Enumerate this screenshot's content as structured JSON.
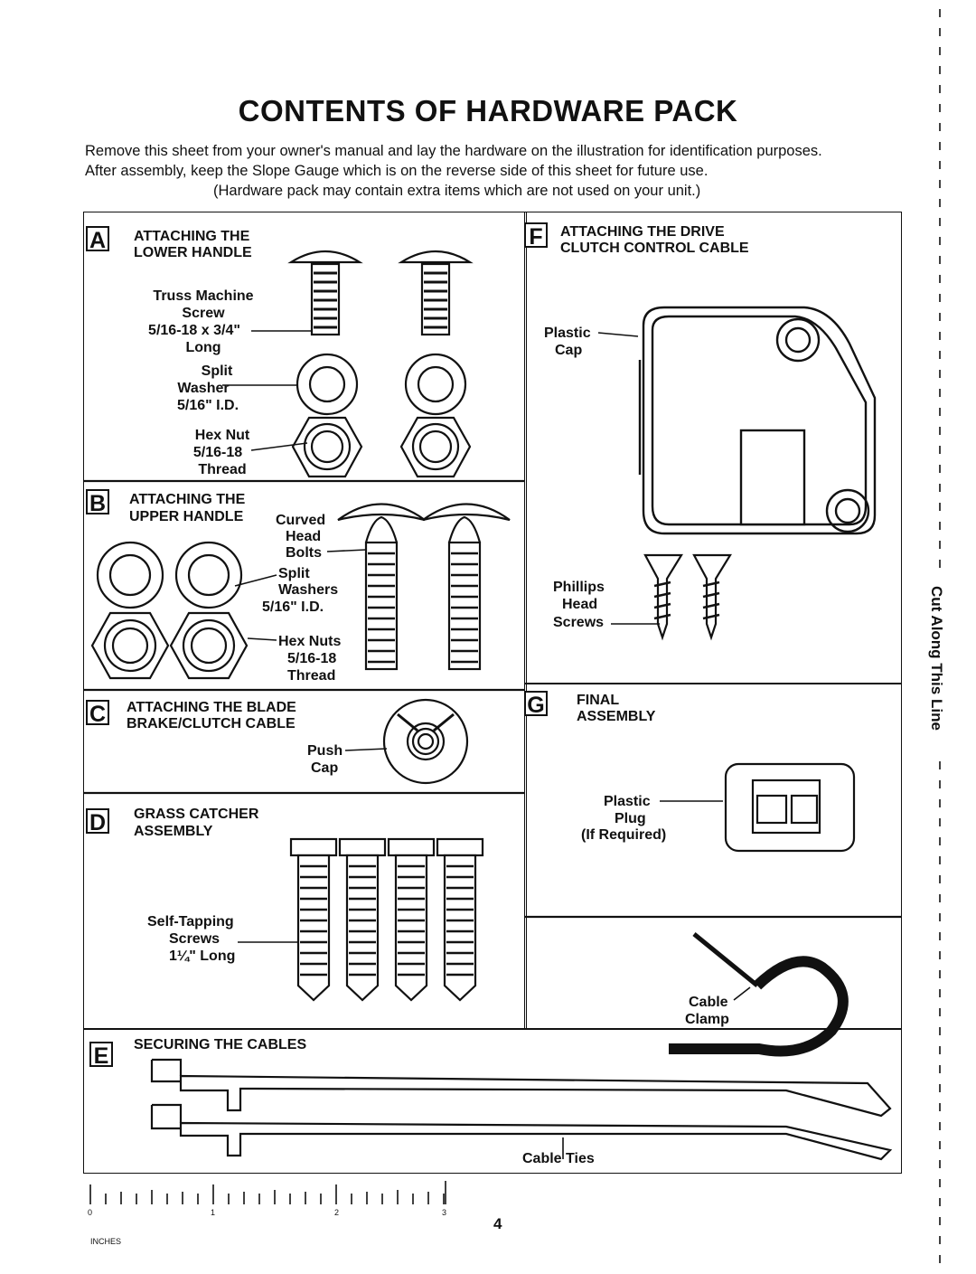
{
  "header": {
    "title": "CONTENTS OF HARDWARE PACK",
    "intro_line1": "Remove this sheet from your owner's manual and lay the hardware on the illustration for identification purposes.",
    "intro_line2": "After assembly, keep the Slope Gauge which is on the reverse side of this sheet for future use.",
    "intro_line3": "(Hardware pack may contain extra items which are not used on your unit.)"
  },
  "sections": {
    "a": {
      "letter": "A",
      "title_1": "ATTACHING THE",
      "title_2": "LOWER HANDLE",
      "screw_1": "Truss Machine",
      "screw_2": "Screw",
      "screw_3": "5/16-18 x 3/4\"",
      "screw_4": "Long",
      "washer_1": "Split",
      "washer_2": "Washer",
      "washer_3": "5/16\" I.D.",
      "nut_1": "Hex Nut",
      "nut_2": "5/16-18",
      "nut_3": "Thread"
    },
    "b": {
      "letter": "B",
      "title_1": "ATTACHING THE",
      "title_2": "UPPER HANDLE",
      "bolt_1": "Curved",
      "bolt_2": "Head",
      "bolt_3": "Bolts",
      "washer_1": "Split",
      "washer_2": "Washers",
      "washer_3": "5/16\" I.D.",
      "nut_1": "Hex Nuts",
      "nut_2": "5/16-18",
      "nut_3": "Thread"
    },
    "c": {
      "letter": "C",
      "title_1": "ATTACHING THE BLADE",
      "title_2": "BRAKE/CLUTCH CABLE",
      "cap_1": "Push",
      "cap_2": "Cap"
    },
    "d": {
      "letter": "D",
      "title_1": "GRASS CATCHER",
      "title_2": "ASSEMBLY",
      "screw_1": "Self-Tapping",
      "screw_2": "Screws",
      "screw_3": "1¼\" Long"
    },
    "e": {
      "letter": "E",
      "title_1": "SECURING THE CABLES",
      "ties": "Cable Ties"
    },
    "f": {
      "letter": "F",
      "title_1": "ATTACHING THE DRIVE",
      "title_2": "CLUTCH CONTROL CABLE",
      "cap_1": "Plastic",
      "cap_2": "Cap",
      "screw_1": "Phillips",
      "screw_2": "Head",
      "screw_3": "Screws"
    },
    "g": {
      "letter": "G",
      "title_1": "FINAL",
      "title_2": "ASSEMBLY",
      "plug_1": "Plastic",
      "plug_2": "Plug",
      "plug_3": "(If Required)",
      "clamp_1": "Cable",
      "clamp_2": "Clamp"
    }
  },
  "ruler": {
    "n0": "0",
    "n1": "1",
    "n2": "2",
    "n3": "3",
    "unit": "INCHES"
  },
  "page_number": "4",
  "cut_line": "Cut Along This Line"
}
